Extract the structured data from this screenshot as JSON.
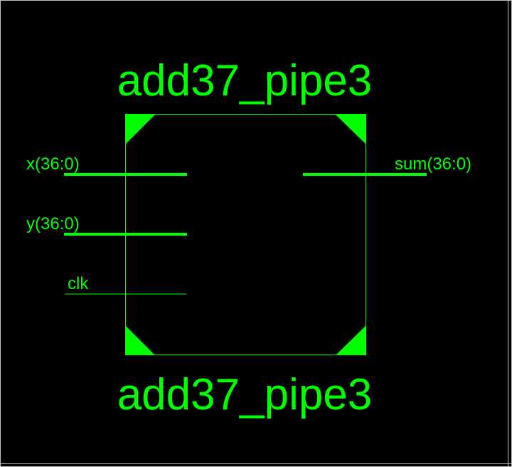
{
  "symbol": {
    "name_top": "add37_pipe3",
    "name_bottom": "add37_pipe3",
    "ports_left": [
      {
        "label": "x(36:0)",
        "bus": true
      },
      {
        "label": "y(36:0)",
        "bus": true
      },
      {
        "label": "clk",
        "bus": false
      }
    ],
    "ports_right": [
      {
        "label": "sum(36:0)",
        "bus": true
      }
    ]
  },
  "colors": {
    "background": "#000000",
    "line": "#00ff00",
    "text": "#00ff00",
    "frame_border": "#c0c0c0"
  }
}
